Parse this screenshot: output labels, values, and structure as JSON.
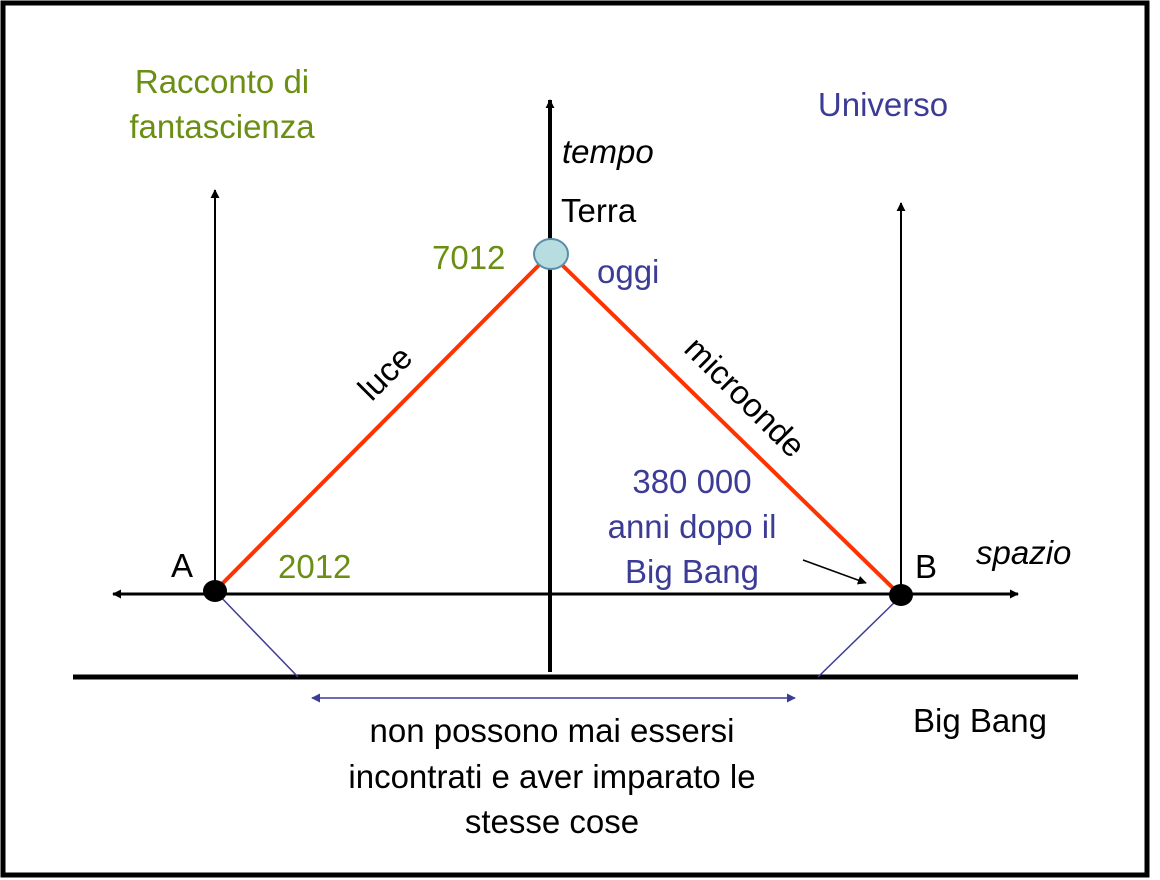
{
  "colors": {
    "frame": "#000000",
    "worldline": "#ff3300",
    "earth_fill": "#b8dde0",
    "earth_stroke": "#5a8ea8",
    "connector": "#3c3c96",
    "green_text": "#6b8e14",
    "blue_text": "#3c3c96"
  },
  "titles": {
    "left_line1": "Racconto di",
    "left_line2": "fantascienza",
    "right": "Universo"
  },
  "axes": {
    "time_label": "tempo",
    "space_label": "spazio"
  },
  "earth": {
    "label": "Terra",
    "left_date": "7012",
    "right_date": "oggi",
    "icon": "earth-circle"
  },
  "paths": {
    "left_label": "luce",
    "right_label": "microonde"
  },
  "points": {
    "a_label": "A",
    "a_date": "2012",
    "b_label": "B",
    "b_note_line1": "380 000",
    "b_note_line2": "anni dopo il",
    "b_note_line3": "Big Bang"
  },
  "big_bang": {
    "label": "Big Bang"
  },
  "footnote": {
    "line1": "non possono mai essersi",
    "line2": "incontrati e aver imparato le",
    "line3": "stesse cose"
  }
}
